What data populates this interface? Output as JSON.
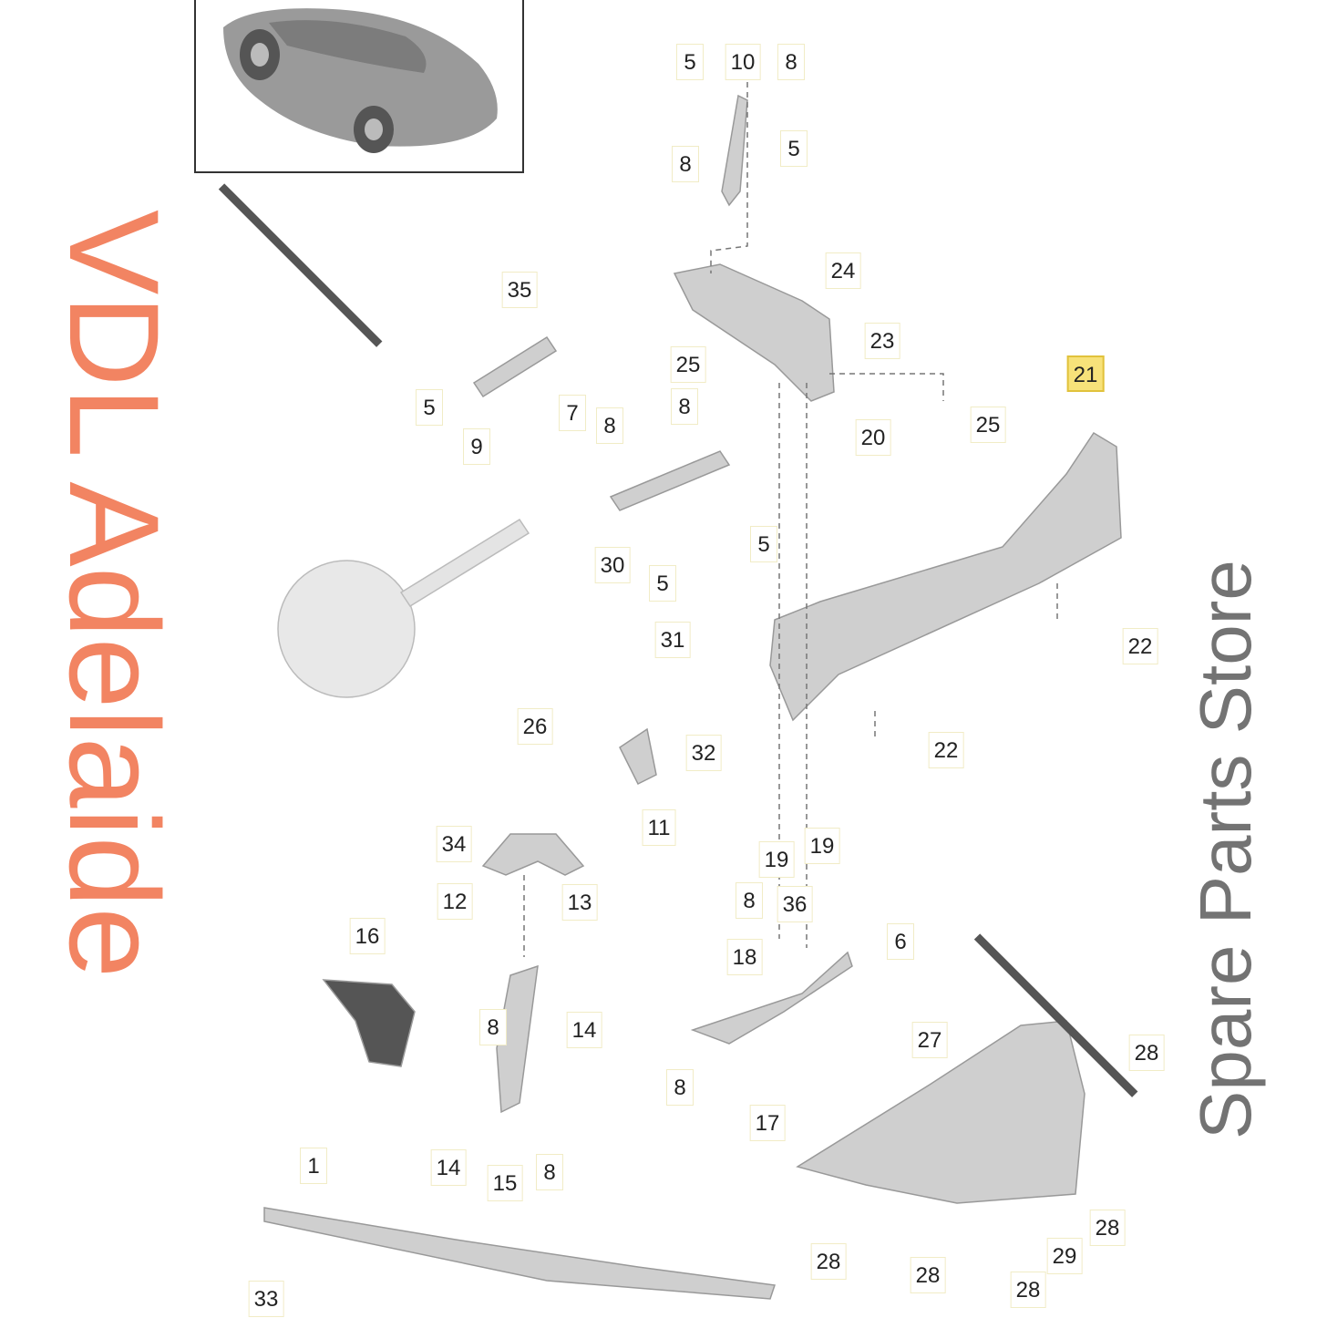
{
  "watermark": {
    "brand": "VDL Adelaide",
    "subtitle": "Spare Parts Store"
  },
  "colors": {
    "highlight": "#f7e27a",
    "watermark_brand": "#f06e46",
    "watermark_sub": "#5a5a5a",
    "part": "#c9c9c9"
  },
  "labels": [
    "5",
    "10",
    "8",
    "8",
    "5",
    "24",
    "35",
    "23",
    "25",
    "21",
    "5",
    "7",
    "8",
    "8",
    "20",
    "25",
    "9",
    "5",
    "30",
    "5",
    "31",
    "22",
    "32",
    "22",
    "26",
    "11",
    "19",
    "19",
    "34",
    "12",
    "13",
    "8",
    "36",
    "16",
    "18",
    "6",
    "8",
    "14",
    "27",
    "28",
    "8",
    "17",
    "1",
    "14",
    "15",
    "8",
    "28",
    "28",
    "29",
    "28",
    "28",
    "33"
  ],
  "highlighted_part": "21"
}
